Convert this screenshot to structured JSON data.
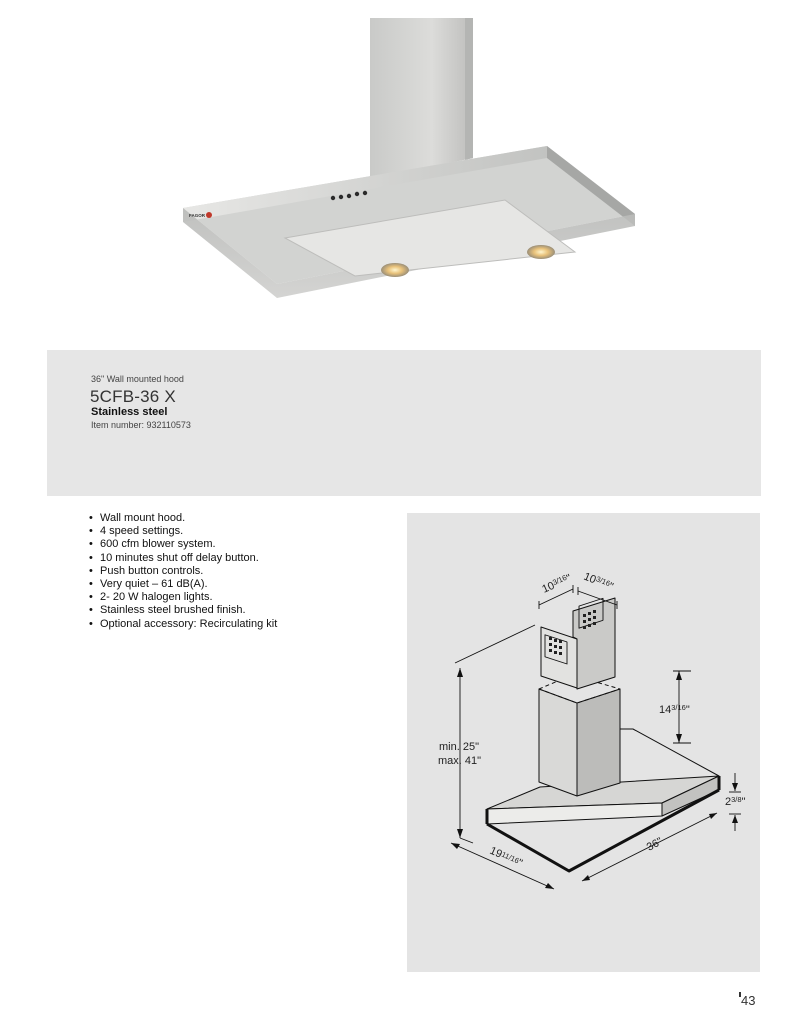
{
  "product_photo": {
    "brand_text": "FAGOR",
    "alt": "stainless steel wall mounted chimney hood with push button controls and two halogen lights"
  },
  "product": {
    "category": "36\" Wall mounted hood",
    "model": "5CFB-36 X",
    "finish": "Stainless steel",
    "item_number": "Item number: 932110573"
  },
  "features": [
    "Wall mount hood.",
    "4 speed settings.",
    "600 cfm blower system.",
    "10 minutes shut off delay button.",
    "Push button controls.",
    "Very quiet – 61 dB(A).",
    "2- 20 W halogen lights.",
    "Stainless steel brushed finish.",
    "Optional accessory: Recirculating kit"
  ],
  "dimensions": {
    "chimney_width_a": {
      "whole": "10",
      "frac": "3/16",
      "unit": "\""
    },
    "chimney_width_b": {
      "whole": "10",
      "frac": "3/16",
      "unit": "\""
    },
    "upper_height": {
      "whole": "14",
      "frac": "3/16",
      "unit": "\""
    },
    "height_min": "min. 25\"",
    "height_max": "max. 41\"",
    "canopy_thickness": {
      "whole": "2",
      "frac": "3/8",
      "unit": "\""
    },
    "depth": {
      "whole": "19",
      "frac": "11/16",
      "unit": "\""
    },
    "width": "36\""
  },
  "page": {
    "number": "43"
  },
  "colors": {
    "info_band": "#e6e6e6",
    "diagram_bg": "#e4e4e4",
    "steel_light": "#d9d9d6",
    "steel_dark": "#a9a9a6"
  }
}
